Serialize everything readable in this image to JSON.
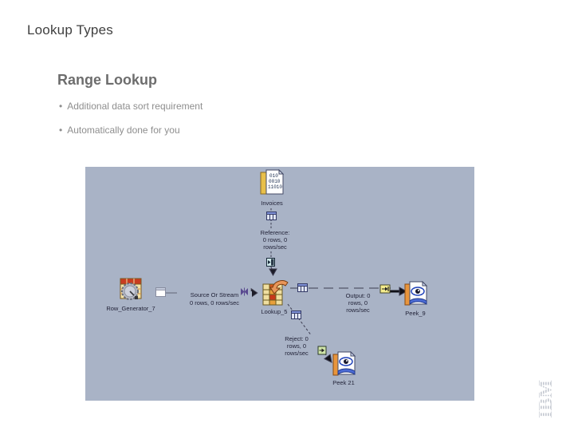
{
  "slide": {
    "title": "Lookup Types",
    "heading": "Range Lookup",
    "bullet_char": "•",
    "bullets": [
      "Additional data sort requirement",
      "Automatically done for you"
    ]
  },
  "canvas": {
    "stages": {
      "invoices": {
        "label": "Invoices",
        "icon": "sequential-file-icon"
      },
      "row_generator": {
        "label": "Row_Generator_7",
        "icon": "row-generator-icon"
      },
      "lookup": {
        "label": "Lookup_5",
        "icon": "lookup-stage-icon"
      },
      "peek_output": {
        "label": "Peek_9",
        "icon": "peek-stage-icon"
      },
      "peek_reject": {
        "label": "Peek 21",
        "icon": "peek-stage-icon"
      }
    },
    "links": {
      "reference": {
        "lines": [
          "Reference:",
          "0 rows, 0",
          "rows/sec"
        ]
      },
      "stream": {
        "lines": [
          "Source Or Stream",
          "0 rows, 0 rows/sec"
        ]
      },
      "output": {
        "lines": [
          "Output: 0",
          "rows, 0",
          "rows/sec"
        ]
      },
      "reject": {
        "lines": [
          "Reject: 0",
          "rows, 0",
          "rows/sec"
        ]
      }
    },
    "markers": {
      "reference_table": "table-marker-icon",
      "reference_collector": "collector-marker-icon",
      "stream_box": "link-box-marker-icon",
      "stream_partition": "bowtie-marker-icon",
      "output_table": "table-marker-icon",
      "output_buffer": "buffer-marker-icon",
      "reject_table": "table-marker-icon",
      "reject_buffer": "buffer-marker-icon"
    }
  },
  "footer": {
    "logo_text": "IBM"
  },
  "colors": {
    "slide_background": "#ffffff",
    "canvas_background": "#a9b3c6",
    "title_text": "#3f3f3f",
    "heading_text": "#6d6d6d",
    "bullet_text": "#8e8e8e",
    "link_line": "#3c3c50",
    "label_text": "#222338",
    "ibm_logo": "#c6cad2"
  }
}
